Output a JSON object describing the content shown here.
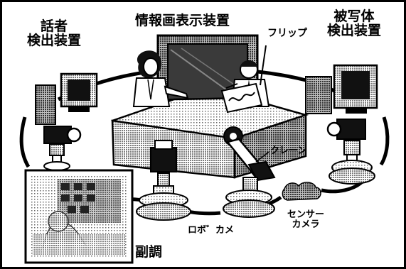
{
  "labels": {
    "info_display": "情報画表示装置",
    "flip": "フリップ",
    "speaker_line1": "話者",
    "speaker_line2": "検出装置",
    "subject_line1": "被写体",
    "subject_line2": "検出装置",
    "crane": "クレーン",
    "robo_camera": "ロボ゛カメ",
    "sensor_line1": "センサー",
    "sensor_line2": "カメラ",
    "sub_control": "副調"
  },
  "colors": {
    "ink": "#000000",
    "halftone": "#9a9a9a",
    "paper": "#ffffff"
  }
}
